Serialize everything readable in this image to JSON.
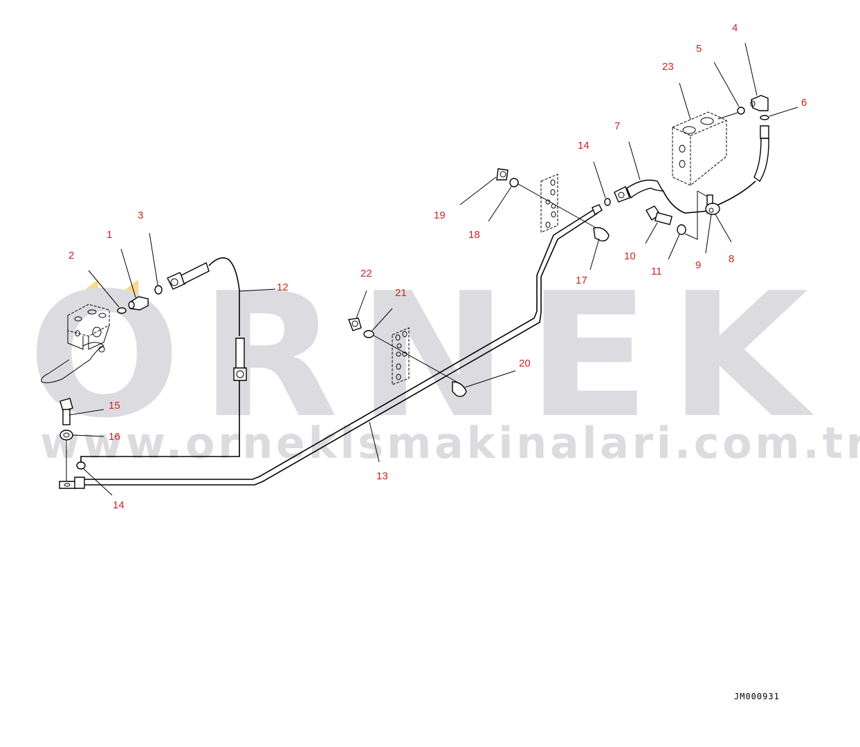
{
  "watermark": {
    "brand": "ORNEK",
    "url": "www.orneklsmakinalari.com.tr",
    "color": "#dcdbdf",
    "accent_color": "#f7da8a"
  },
  "drawing_code": "JM000931",
  "callout_color": "#d21f1f",
  "callouts": [
    {
      "id": "c1",
      "label": "1"
    },
    {
      "id": "c2",
      "label": "2"
    },
    {
      "id": "c3",
      "label": "3"
    },
    {
      "id": "c4",
      "label": "4"
    },
    {
      "id": "c5",
      "label": "5"
    },
    {
      "id": "c6",
      "label": "6"
    },
    {
      "id": "c7",
      "label": "7"
    },
    {
      "id": "c8",
      "label": "8"
    },
    {
      "id": "c9",
      "label": "9"
    },
    {
      "id": "c10",
      "label": "10"
    },
    {
      "id": "c11",
      "label": "11"
    },
    {
      "id": "c12",
      "label": "12"
    },
    {
      "id": "c13",
      "label": "13"
    },
    {
      "id": "c14a",
      "label": "14"
    },
    {
      "id": "c14b",
      "label": "14"
    },
    {
      "id": "c15",
      "label": "15"
    },
    {
      "id": "c16",
      "label": "16"
    },
    {
      "id": "c17",
      "label": "17"
    },
    {
      "id": "c18",
      "label": "18"
    },
    {
      "id": "c19",
      "label": "19"
    },
    {
      "id": "c20",
      "label": "20"
    },
    {
      "id": "c21",
      "label": "21"
    },
    {
      "id": "c22",
      "label": "22"
    },
    {
      "id": "c23",
      "label": "23"
    }
  ]
}
